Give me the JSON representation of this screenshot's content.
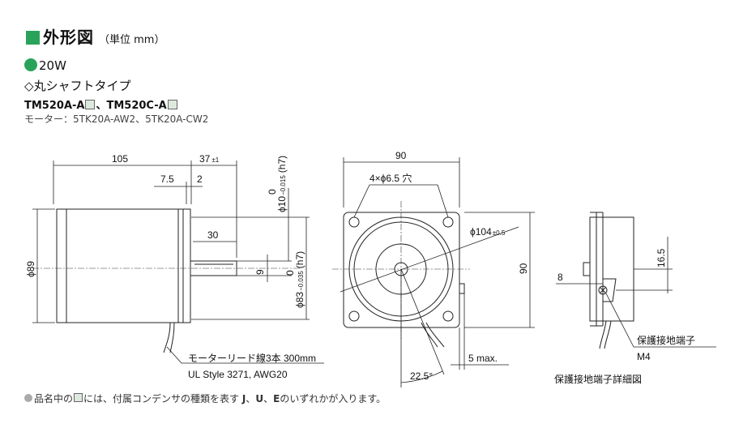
{
  "header": {
    "title": "外形図",
    "unit": "（単位 mm）"
  },
  "spec": {
    "power": "20W",
    "shaft_type": "◇丸シャフトタイプ",
    "model_1": "TM520A-A",
    "model_sep": "、",
    "model_2": "TM520C-A",
    "motor": "モーター：5TK20A-AW2、5TK20A-CW2"
  },
  "side_view": {
    "dim_length": "105",
    "dim_flange": "37",
    "dim_flange_tol": "±1",
    "dim_7_5": "7.5",
    "dim_2": "2",
    "dim_30": "30",
    "dim_9": "9",
    "dim_dia89": "ϕ89",
    "dim_shaft": "ϕ10",
    "dim_shaft_tol_top": "0",
    "dim_shaft_tol_bottom": "−0.015",
    "dim_shaft_fit": "(h7)",
    "dim_pilot": "ϕ83",
    "dim_pilot_tol_top": "0",
    "dim_pilot_tol_bottom": "−0.035",
    "dim_pilot_fit": "(h7)",
    "lead_label_1": "モーターリード線3本 300mm",
    "lead_label_2": "UL Style 3271, AWG20"
  },
  "front_view": {
    "dim_width": "90",
    "dim_height": "90",
    "dim_holes": "4×ϕ6.5 穴",
    "dim_pcd": "ϕ104",
    "dim_pcd_tol": "±0.5",
    "dim_angle": "22.5°",
    "dim_5max": "5 max."
  },
  "detail_view": {
    "dim_16_5": "16.5",
    "dim_8": "8",
    "terminal_label": "保護接地端子",
    "terminal_size": "M4",
    "caption": "保護接地端子詳細図"
  },
  "footnote": {
    "prefix": "品名中の",
    "text": "には、付属コンデンサの種類を表す",
    "code_j": "J",
    "sep1": "、",
    "code_u": "U",
    "sep2": "、",
    "code_e": "E",
    "suffix": "のいずれかが入ります。"
  }
}
